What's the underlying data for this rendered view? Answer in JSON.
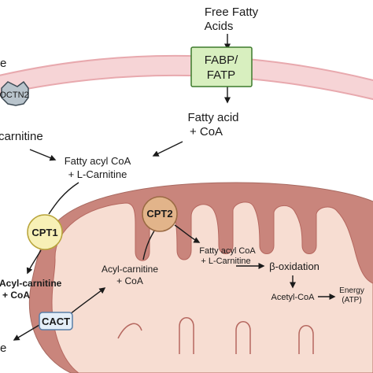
{
  "free_fatty_acids": {
    "line1": "Free Fatty",
    "line2": "Acids"
  },
  "transporter": {
    "line1": "FABP/",
    "line2": "FATP"
  },
  "fatty_acid": {
    "line1": "Fatty acid",
    "line2": "+ CoA"
  },
  "octn2": {
    "label": "OCTN2",
    "left_edge_text": "e"
  },
  "carnitine": {
    "label": "carnitine"
  },
  "fatty_acyl_coa_top": {
    "line1": "Fatty acyl CoA",
    "line2": "+ L-Carnitine"
  },
  "cpt1": {
    "label": "CPT1"
  },
  "cpt2": {
    "label": "CPT2"
  },
  "acyl_carnitine_outer": {
    "line1": "Acyl-carnitine",
    "line2": "+ CoA"
  },
  "acyl_carnitine_inner": {
    "line1": "Acyl-carnitine",
    "line2": "+ CoA"
  },
  "cact": {
    "label": "CACT"
  },
  "fatty_acyl_coa_matrix": {
    "line1": "Fatty acyl CoA",
    "line2": "+ L-Carnitine"
  },
  "beta_oxidation": {
    "label": "β-oxidation"
  },
  "acetyl_coa": {
    "label": "Acetyl-CoA"
  },
  "energy": {
    "line1": "Energy",
    "line2": "(ATP)"
  },
  "bottom_left_text": {
    "label": "e"
  },
  "colors": {
    "membrane_fill": "#f6d4d6",
    "membrane_stroke": "#e8a9ae",
    "mito_outer": "#c9857c",
    "mito_fill": "#f7ddd2",
    "mito_inner_stroke": "#b5675f",
    "fabp_fill": "#d8efbf",
    "fabp_stroke": "#3c7a2b",
    "cpt1_fill": "#f7f0b6",
    "cpt1_stroke": "#b8a43a",
    "cpt2_fill": "#e2b48a",
    "cpt2_stroke": "#9a6a43",
    "octn2_fill": "#b9c4cc",
    "octn2_stroke": "#3d4a54",
    "cact_fill": "#e4eef8",
    "cact_stroke": "#5a7ea8"
  }
}
